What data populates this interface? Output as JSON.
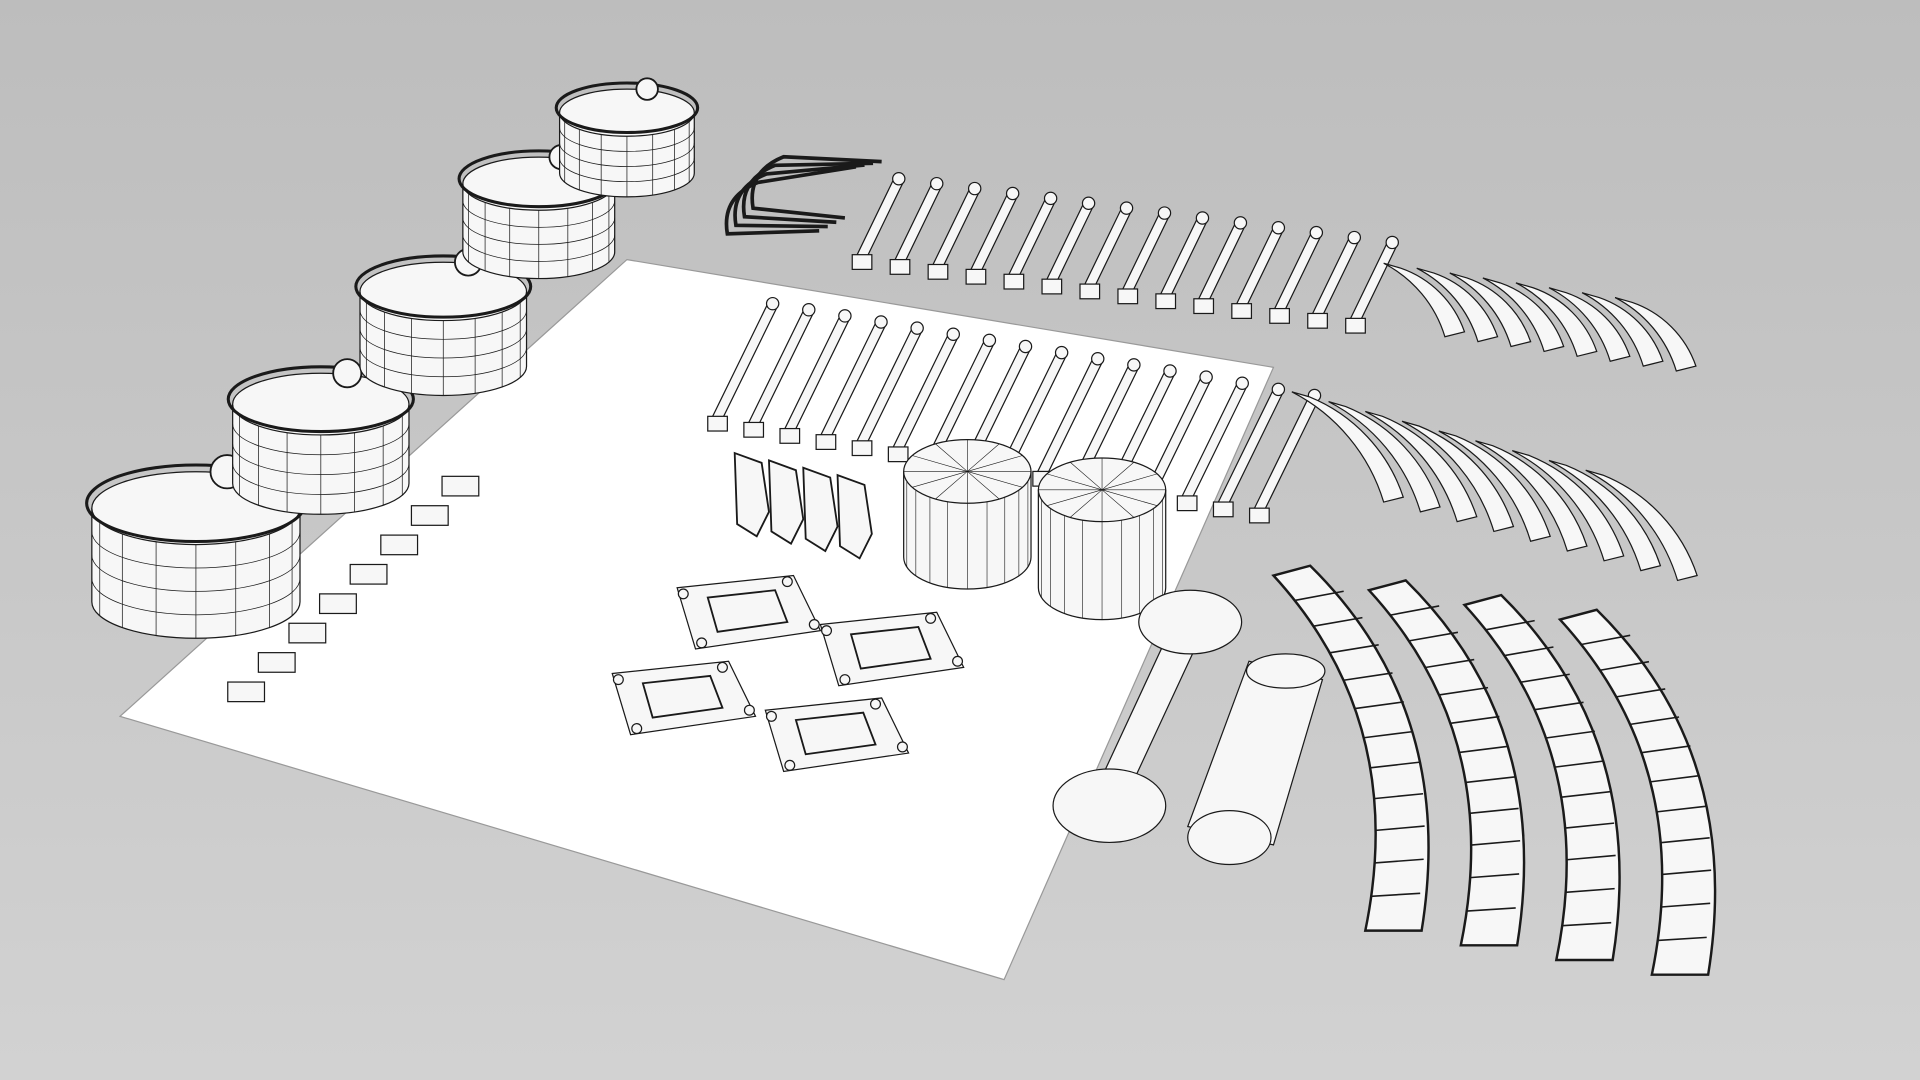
{
  "colors": {
    "background_top": "#bdbdbd",
    "background_bottom": "#d0d0d0",
    "plane": "#ffffff",
    "wire": "#1a1a1a",
    "part_fill": "#f7f7f7"
  },
  "parts": {
    "drums": 5,
    "rods_row_1": 14,
    "rods_row_2": 16,
    "brackets": 4,
    "plates": 4,
    "clips": 8,
    "small_arcs": 8,
    "medium_arcs": 9,
    "tracks": 4,
    "cylinders": 2,
    "wire_hooks": 4
  }
}
